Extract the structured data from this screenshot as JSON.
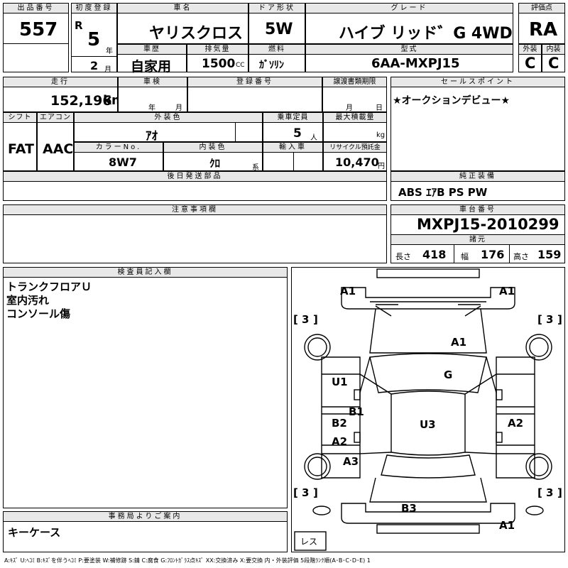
{
  "header": {
    "lot_no": {
      "label": "出品番号",
      "value": "557"
    },
    "first_reg": {
      "label": "初度登録",
      "era": "R",
      "year": "5",
      "year_unit": "年",
      "month": "2",
      "month_unit": "月"
    },
    "car_name": {
      "label": "車名",
      "value": "ヤリスクロス"
    },
    "door": {
      "label": "ドア形状",
      "value": "5W"
    },
    "grade": {
      "label": "グレード",
      "value": "ハイブ リッド゛G 4WD"
    },
    "score": {
      "label": "評価点",
      "value": "RA"
    },
    "history": {
      "label": "車歴",
      "value": "自家用"
    },
    "displacement": {
      "label": "排気量",
      "value": "1500",
      "unit": "CC"
    },
    "fuel": {
      "label": "燃料",
      "value": "ｶﾞｿﾘﾝ"
    },
    "model": {
      "label": "型式",
      "value": "6AA-MXPJ15"
    },
    "exterior": {
      "label": "外装",
      "value": "C"
    },
    "interior": {
      "label": "内装",
      "value": "C"
    }
  },
  "row2": {
    "mileage": {
      "label": "走行",
      "value": "152,196",
      "unit": "km"
    },
    "inspection": {
      "label": "車検",
      "year_unit": "年",
      "month_unit": "月"
    },
    "reg_no": {
      "label": "登録番号"
    },
    "transfer": {
      "label": "譲渡書類期限",
      "month_unit": "月",
      "day_unit": "日"
    },
    "sales_point": {
      "label": "セールスポイント",
      "value": "★オークションデビュー★"
    }
  },
  "row3": {
    "shift": {
      "label": "シフト",
      "value": "FAT"
    },
    "ac": {
      "label": "エアコン",
      "value": "AAC"
    },
    "ext_color": {
      "label": "外装色",
      "value": "ｱｵ"
    },
    "capacity": {
      "label": "乗車定員",
      "value": "5",
      "unit": "人"
    },
    "max_load": {
      "label": "最大積載量",
      "unit": "kg"
    },
    "color_no": {
      "label": "カラーNo.",
      "value": "8W7"
    },
    "int_color": {
      "label": "内装色",
      "value": "ｸﾛ",
      "unit": "系"
    },
    "import": {
      "label": "輸入車"
    },
    "recycle": {
      "label": "リサイクル預託金",
      "value": "10,470",
      "unit": "円"
    }
  },
  "later_parts": {
    "label": "後日発送部品"
  },
  "genuine": {
    "label": "純正装備",
    "value": "ABS ｴｱB PS PW"
  },
  "notes": {
    "label": "注意事項欄"
  },
  "chassis": {
    "label": "車台番号",
    "value": "MXPJ15-2010299"
  },
  "specs": {
    "label": "諸元",
    "length": {
      "label": "長さ",
      "value": "418"
    },
    "width": {
      "label": "幅",
      "value": "176"
    },
    "height": {
      "label": "高さ",
      "value": "159"
    }
  },
  "inspector": {
    "label": "検査員記入欄",
    "lines": [
      "トランクフロアＵ",
      "室内汚れ",
      "コンソール傷"
    ]
  },
  "office": {
    "label": "事務局よりご案内",
    "value": "キーケース"
  },
  "diagram": {
    "marks": {
      "front_left": "A1",
      "front_right": "A1",
      "hood": "A1",
      "windshield": "G",
      "left_front_door": "U1",
      "left_sill": "B1",
      "left_rear_door_1": "B2",
      "left_rear_door_2": "A2",
      "left_rear_fender": "A3",
      "roof": "U3",
      "right_rear_door": "A2",
      "rear_bumper_upper": "B3",
      "rear_right": "A1"
    },
    "tires": {
      "fl": "3",
      "fr": "3",
      "rl": "3",
      "rr": "3"
    },
    "bracket_open": "[",
    "bracket_close": "]",
    "spare": "レス"
  },
  "legend": "A:ｷｽﾞ U:ﾍｺﾐ B:ｷｽﾞを伴うﾍｺﾐ P:要塗装 W:補修跡 S:錆 C:腐食 G:ﾌﾛﾝﾄｶﾞﾗｽ点ｷｽﾞ XX:交換済み X:要交換 内・外装評価 5段階ﾗﾝｸ順(A･B･C･D･E) 1"
}
